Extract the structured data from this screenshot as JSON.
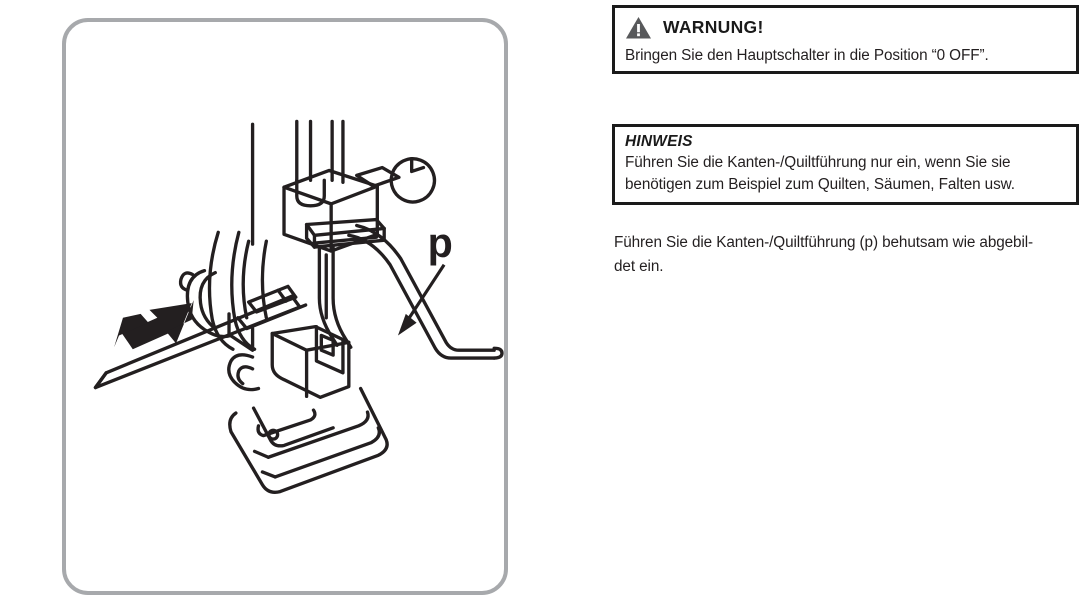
{
  "document": {
    "language": "de",
    "topic": "Kanten-/Quiltführung einsetzen"
  },
  "illustration": {
    "panel_name": "sewing-machine-presser-foot-diagram",
    "frame_color": "#a7a9ac",
    "line_color": "#231f20",
    "callout_label": "p",
    "callout_meaning": "Kanten-/Quiltführung",
    "arrow_name": "double-headed-adjust-arrow",
    "parts": [
      "presser-foot",
      "needle",
      "needle-clamp-screw",
      "presser-foot-holder",
      "quilting-guide-bar",
      "edge-quilting-guide"
    ]
  },
  "warning": {
    "icon": "warning-triangle-icon",
    "icon_color": "#58595b",
    "title": "WARNUNG!",
    "text": "Bringen Sie den Hauptschalter in die Position “0 OFF”."
  },
  "note": {
    "title": "HINWEIS",
    "text": "Führen Sie die Kanten-/Quiltführung nur ein, wenn Sie sie benötigen zum Beispiel zum Quilten, Säumen, Falten usw."
  },
  "paragraph": {
    "line1": "Führen Sie die Kanten-/Quiltführung (p) behutsam wie abgebil-",
    "line2": "det ein."
  }
}
